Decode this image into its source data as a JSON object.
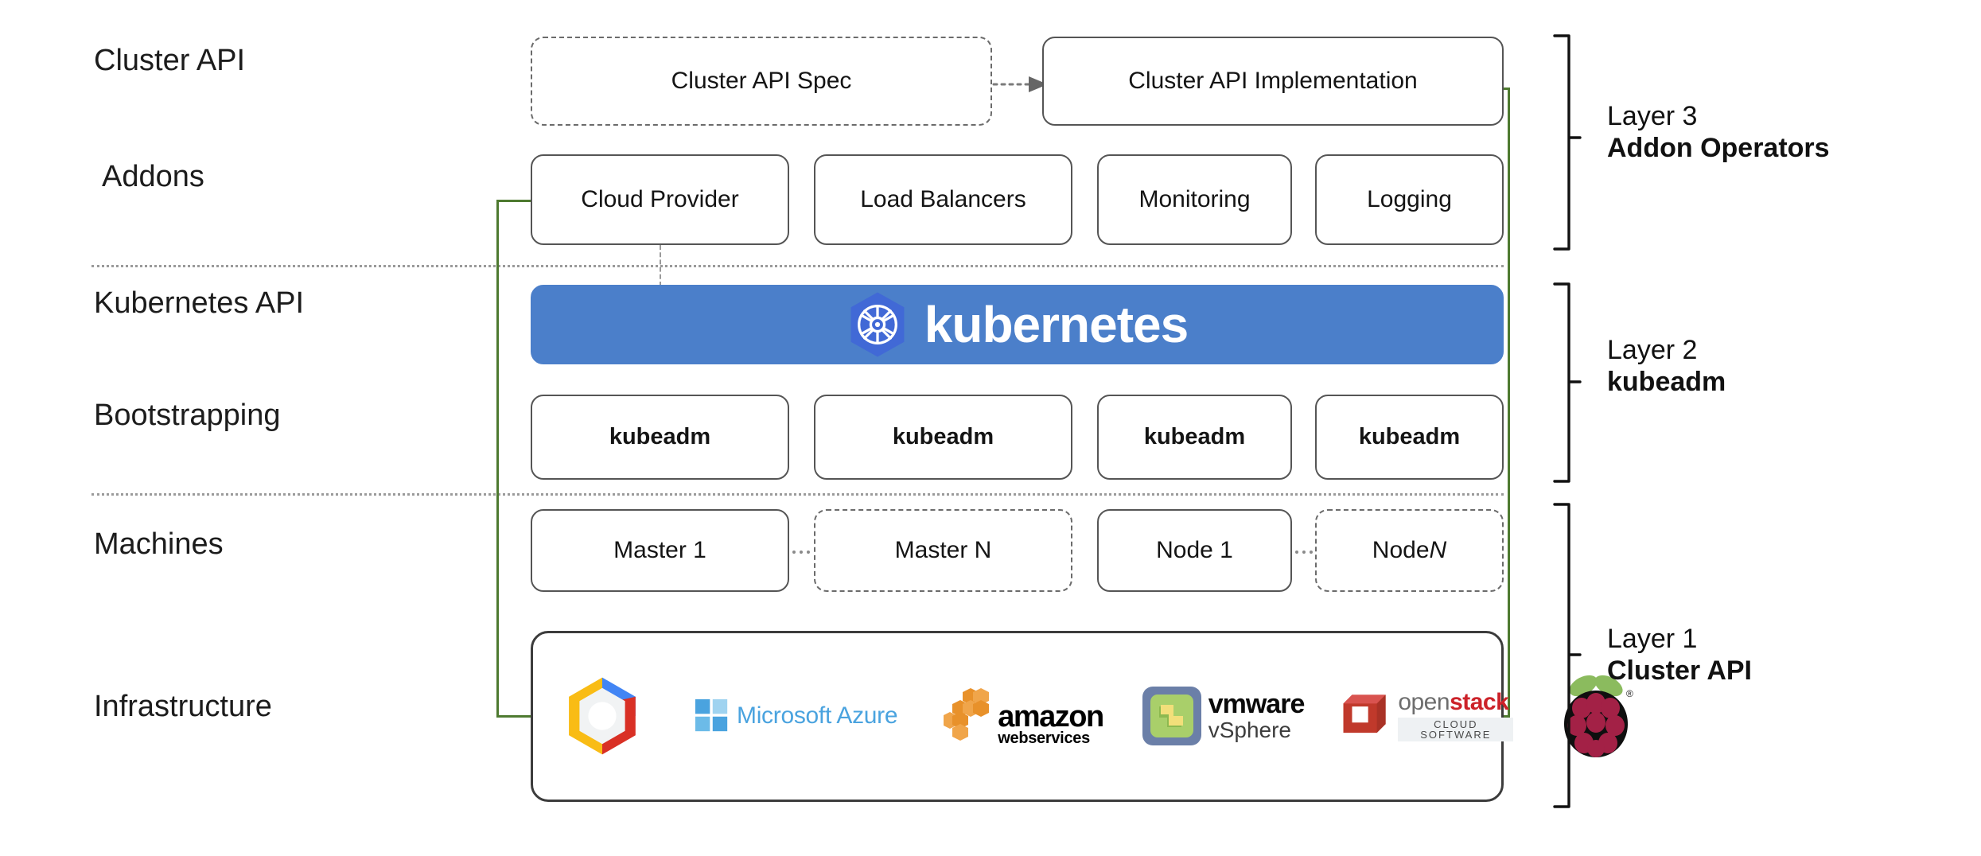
{
  "diagram": {
    "title": "Kubernetes Cluster API layered architecture",
    "accent_green": "#4e7a30",
    "kubernetes_blue": "#4b7fca",
    "box_border": "#555555"
  },
  "row_labels": [
    {
      "key": "cluster_api",
      "label": "Cluster API"
    },
    {
      "key": "addons",
      "label": "Addons"
    },
    {
      "key": "kubernetes_api",
      "label": "Kubernetes API"
    },
    {
      "key": "bootstrapping",
      "label": "Bootstrapping"
    },
    {
      "key": "machines",
      "label": "Machines"
    },
    {
      "key": "infrastructure",
      "label": "Infrastructure"
    }
  ],
  "cluster_api_row": {
    "spec": {
      "label": "Cluster API Spec",
      "style": "dashed"
    },
    "implementation": {
      "label": "Cluster API Implementation",
      "style": "solid"
    },
    "connector": "dotted-arrow-right"
  },
  "addons_row": {
    "boxes": [
      {
        "label": "Cloud Provider"
      },
      {
        "label": "Load Balancers"
      },
      {
        "label": "Monitoring"
      },
      {
        "label": "Logging"
      }
    ]
  },
  "kubernetes_row": {
    "wordmark": "kubernetes",
    "logo": "kubernetes-helm-wheel-icon"
  },
  "bootstrapping_row": {
    "boxes": [
      {
        "label": "kubeadm"
      },
      {
        "label": "kubeadm"
      },
      {
        "label": "kubeadm"
      },
      {
        "label": "kubeadm"
      }
    ]
  },
  "machines_row": {
    "boxes": [
      {
        "label": "Master 1",
        "style": "solid",
        "italic_suffix": ""
      },
      {
        "label": "Master N",
        "style": "dashed",
        "italic_suffix": ""
      },
      {
        "label": "Node 1",
        "style": "solid",
        "italic_suffix": ""
      },
      {
        "label": "Node ",
        "style": "dashed",
        "italic_suffix": "N"
      }
    ],
    "ellipsis": "…"
  },
  "infrastructure_row": {
    "providers": [
      {
        "name": "google-cloud-platform",
        "text": ""
      },
      {
        "name": "microsoft-azure",
        "text": "Microsoft Azure"
      },
      {
        "name": "amazon-web-services",
        "text_line1": "amazon",
        "text_line2": "webservices"
      },
      {
        "name": "vmware-vsphere",
        "text_line1": "vmware",
        "text_line2": "vSphere"
      },
      {
        "name": "openstack",
        "text_line1_a": "open",
        "text_line1_b": "stack",
        "text_line2": "CLOUD SOFTWARE"
      },
      {
        "name": "raspberry-pi",
        "text": ""
      }
    ]
  },
  "layers": [
    {
      "number": "Layer 3",
      "name": "Addon Operators"
    },
    {
      "number": "Layer 2",
      "name": "kubeadm"
    },
    {
      "number": "Layer 1",
      "name": "Cluster API"
    }
  ]
}
